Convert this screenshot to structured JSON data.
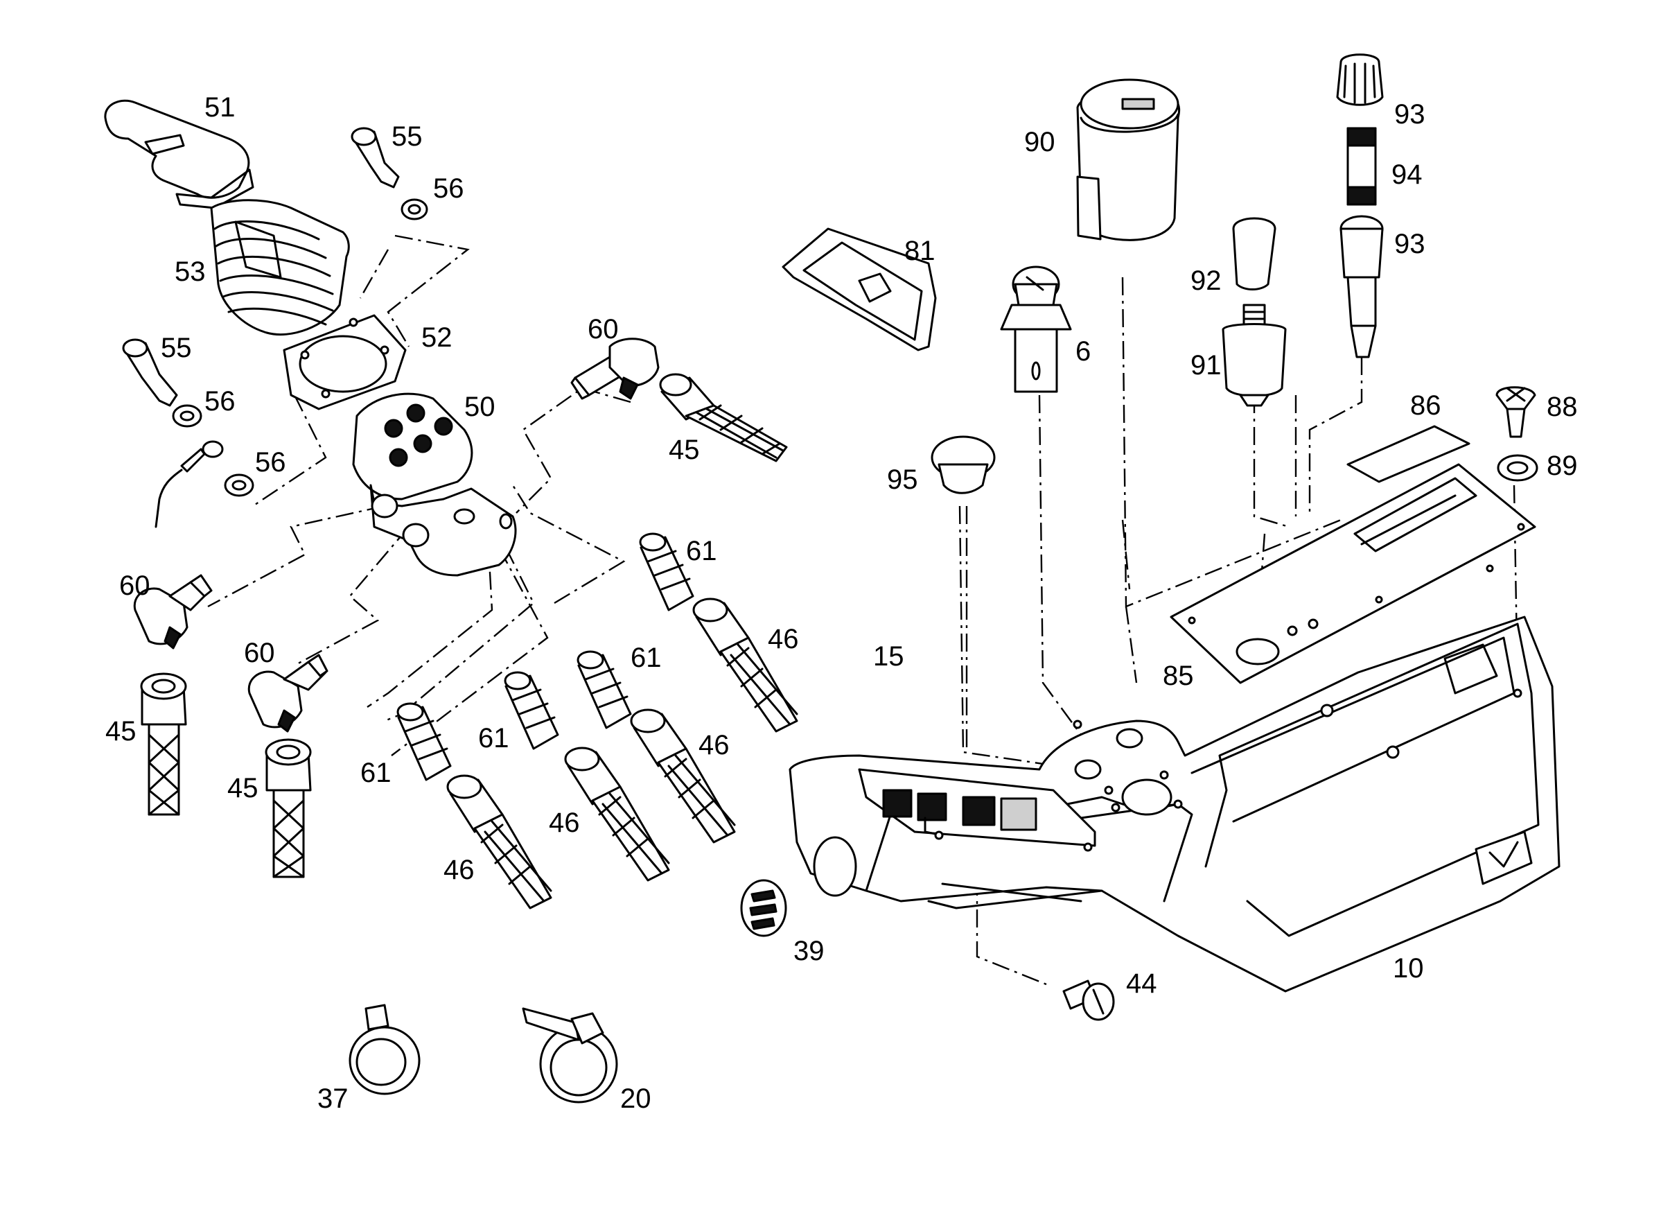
{
  "callouts": {
    "c51": "51",
    "c55a": "55",
    "c56a": "56",
    "c53": "53",
    "c52": "52",
    "c55b": "55",
    "c56b": "56",
    "c56c": "56",
    "c50": "50",
    "c60a": "60",
    "c45a": "45",
    "c60b": "60",
    "c60c": "60",
    "c45b": "45",
    "c45c": "45",
    "c61a": "61",
    "c46a": "46",
    "c61b": "61",
    "c61c": "61",
    "c46b": "46",
    "c61d": "61",
    "c46c": "46",
    "c46d": "46",
    "c81": "81",
    "c90": "90",
    "c93a": "93",
    "c94": "94",
    "c93b": "93",
    "c92": "92",
    "c6": "6",
    "c91": "91",
    "c86": "86",
    "c88": "88",
    "c89": "89",
    "c95": "95",
    "c15": "15",
    "c85": "85",
    "c39": "39",
    "c10": "10",
    "c44": "44",
    "c37": "37",
    "c20": "20"
  }
}
